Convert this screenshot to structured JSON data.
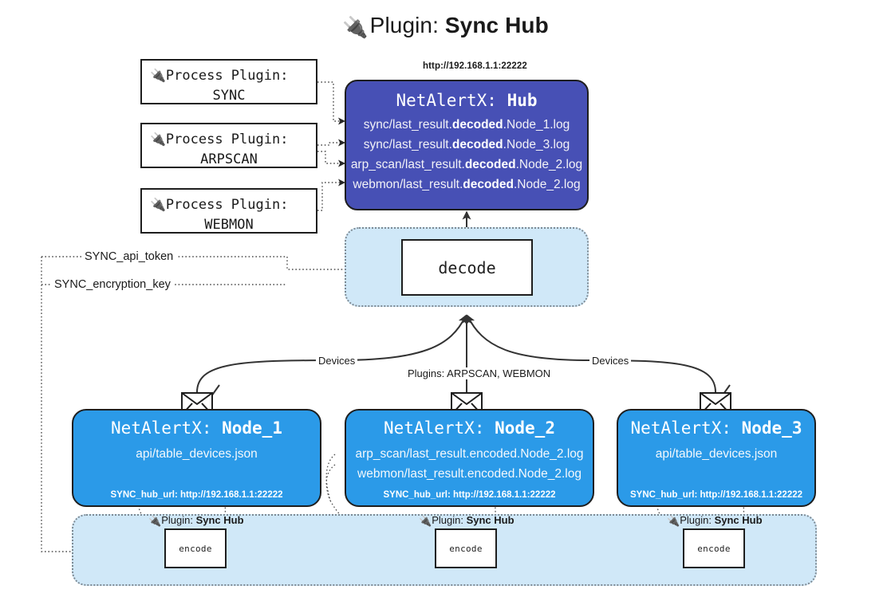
{
  "title": {
    "icon": "plug-icon",
    "glyph": "🔌",
    "prefix": "Plugin: ",
    "name": "Sync Hub"
  },
  "process_plugins": [
    {
      "line1": "Process Plugin:",
      "line2": "SYNC"
    },
    {
      "line1": "Process Plugin:",
      "line2": "ARPSCAN"
    },
    {
      "line1": "Process Plugin:",
      "line2": "WEBMON"
    }
  ],
  "hub": {
    "url": "http://192.168.1.1:22222",
    "title_prefix": "NetAlertX: ",
    "title_name": "Hub",
    "logs": [
      {
        "pre": "sync/last_result.",
        "bold": "decoded",
        "post": ".Node_1.log"
      },
      {
        "pre": "sync/last_result.",
        "bold": "decoded",
        "post": ".Node_3.log"
      },
      {
        "pre": "arp_scan/last_result.",
        "bold": "decoded",
        "post": ".Node_2.log"
      },
      {
        "pre": "webmon/last_result.",
        "bold": "decoded",
        "post": ".Node_2.log"
      }
    ]
  },
  "decode": {
    "label": "decode"
  },
  "env_vars": [
    {
      "label": "SYNC_api_token"
    },
    {
      "label": "SYNC_encryption_key"
    }
  ],
  "edge_labels": {
    "left_devices": "Devices",
    "center_plugins": "Plugins: ARPSCAN, WEBMON",
    "right_devices": "Devices"
  },
  "nodes": [
    {
      "title_prefix": "NetAlertX: ",
      "title_name": "Node_1",
      "lines": [
        "api/table_devices.json"
      ],
      "footer": "SYNC_hub_url: http://192.168.1.1:22222",
      "icon": "envelope-icon"
    },
    {
      "title_prefix": "NetAlertX: ",
      "title_name": "Node_2",
      "lines": [
        "arp_scan/last_result.encoded.Node_2.log",
        "webmon/last_result.encoded.Node_2.log"
      ],
      "footer": "SYNC_hub_url: http://192.168.1.1:22222",
      "icon": "envelope-icon"
    },
    {
      "title_prefix": "NetAlertX: ",
      "title_name": "Node_3",
      "lines": [
        "api/table_devices.json"
      ],
      "footer": "SYNC_hub_url: http://192.168.1.1:22222",
      "icon": "envelope-icon"
    }
  ],
  "encoders": [
    {
      "caption_prefix": "Plugin: ",
      "caption_name": "Sync Hub",
      "label": "encode"
    },
    {
      "caption_prefix": "Plugin: ",
      "caption_name": "Sync Hub",
      "label": "encode"
    },
    {
      "caption_prefix": "Plugin: ",
      "caption_name": "Sync Hub",
      "label": "encode"
    }
  ],
  "colors": {
    "hub_fill": "#4750b5",
    "node_fill": "#2b9ae8",
    "panel_fill": "#d0e8f8",
    "panel_border": "#7d8a94",
    "stroke": "#1e1e1e",
    "background": "#ffffff"
  }
}
